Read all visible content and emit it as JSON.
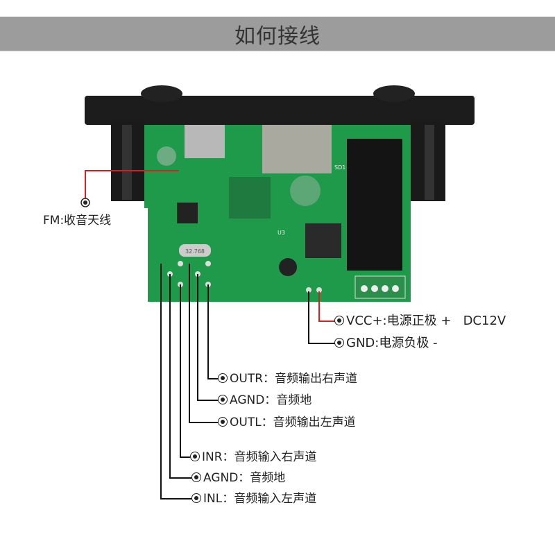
{
  "header": {
    "title": "如何接线"
  },
  "labels": {
    "fm": "FM:收音天线",
    "vcc": "VCC+:电源正极 +   DC12V",
    "gnd": "GND:电源负极 -",
    "outr": "OUTR：音频输出右声道",
    "agnd_out": "AGND：音频地",
    "outl": "OUTL：音频输出左声道",
    "inr": "INR：音频输入右声道",
    "agnd_in": "AGND：音频地",
    "inl": "INL：音频输入左声道"
  },
  "board_markings": {
    "crystal": "32.768",
    "u3": "U3",
    "sd": "SD1"
  },
  "colors": {
    "header": "#9c9c9c",
    "pcb": "#1f9a4a",
    "bezel": "#1c1c1c",
    "power_wire": "#d42020",
    "ground_wire": "#111111"
  }
}
